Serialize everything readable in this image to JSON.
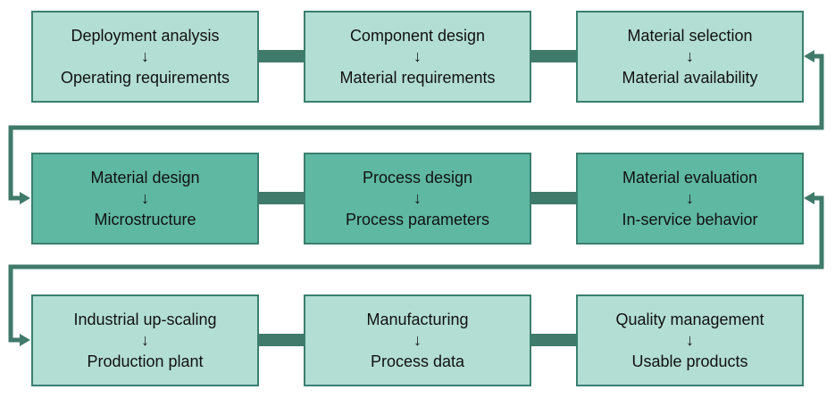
{
  "colors": {
    "light_fill": "#b3ded4",
    "dark_fill": "#5fb8a2",
    "border": "#3a7f6e",
    "arrow": "#3f7a6a",
    "connector": "#3f7a6a"
  },
  "arrow_glyph": "↓",
  "rows": [
    {
      "shade": "light",
      "boxes": [
        {
          "top": "Deployment analysis",
          "bottom": "Operating requirements"
        },
        {
          "top": "Component design",
          "bottom": "Material requirements"
        },
        {
          "top": "Material selection",
          "bottom": "Material availability"
        }
      ]
    },
    {
      "shade": "dark",
      "boxes": [
        {
          "top": "Material design",
          "bottom": "Microstructure"
        },
        {
          "top": "Process design",
          "bottom": "Process parameters"
        },
        {
          "top": "Material evaluation",
          "bottom": "In-service behavior"
        }
      ]
    },
    {
      "shade": "light",
      "boxes": [
        {
          "top": "Industrial up-scaling",
          "bottom": "Production plant"
        },
        {
          "top": "Manufacturing",
          "bottom": "Process data"
        },
        {
          "top": "Quality management",
          "bottom": "Usable products"
        }
      ]
    }
  ]
}
